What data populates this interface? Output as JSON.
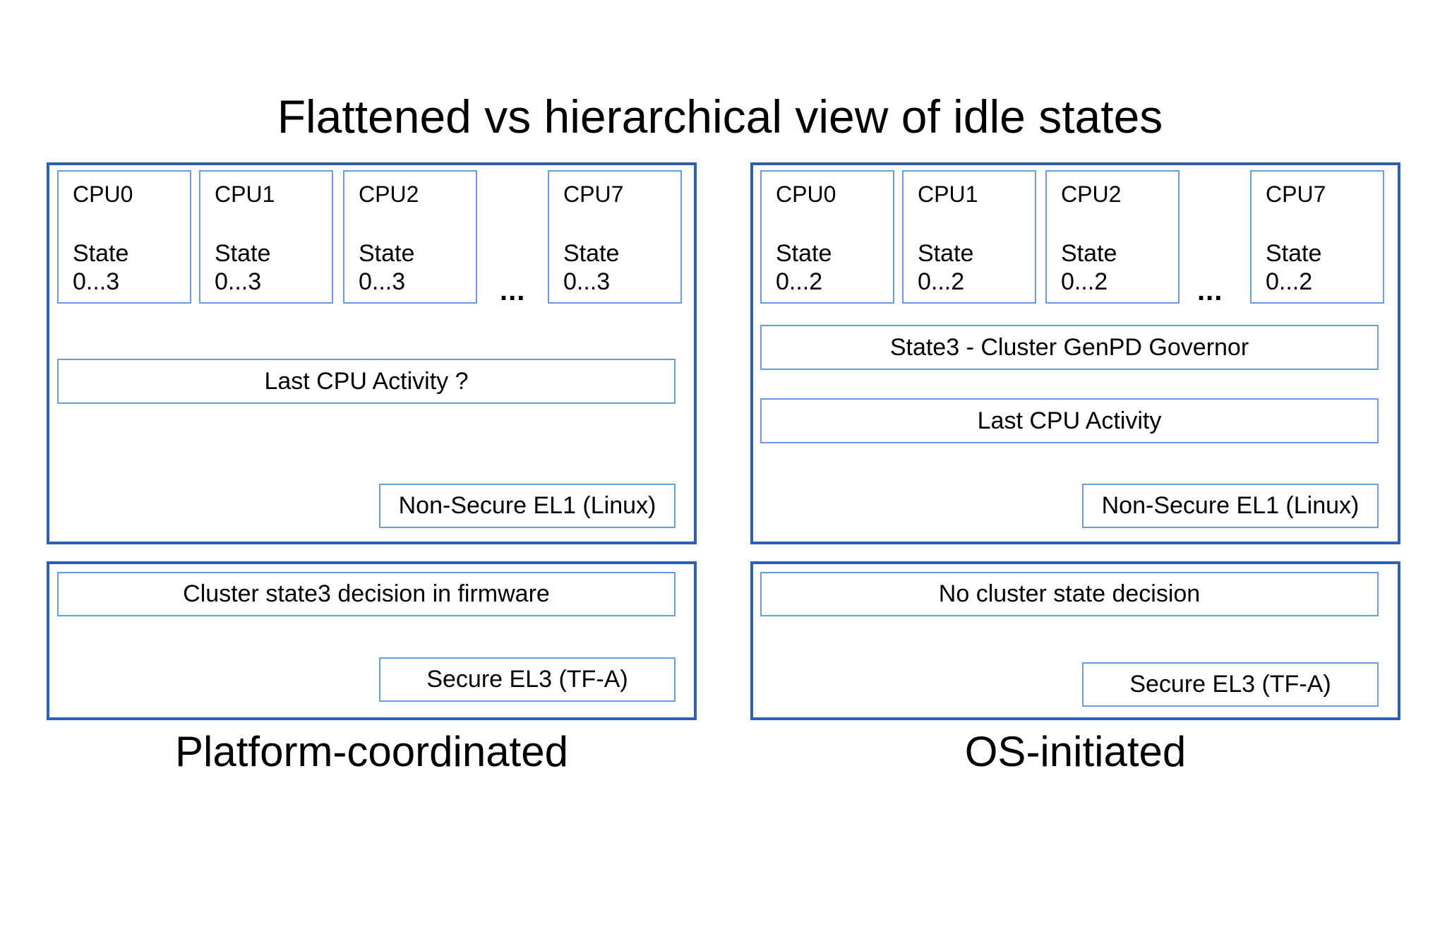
{
  "title": "Flattened vs hierarchical view of idle states",
  "left": {
    "cpus": [
      {
        "name": "CPU0",
        "state": "State",
        "range": "0...3"
      },
      {
        "name": "CPU1",
        "state": "State",
        "range": "0...3"
      },
      {
        "name": "CPU2",
        "state": "State",
        "range": "0...3"
      },
      {
        "name": "CPU7",
        "state": "State",
        "range": "0...3"
      }
    ],
    "ellipsis": "...",
    "last_cpu": "Last CPU Activity ?",
    "ns_label": "Non-Secure EL1 (Linux)",
    "fw_decision": "Cluster state3 decision in firmware",
    "secure_label": "Secure EL3 (TF-A)",
    "caption": "Platform-coordinated"
  },
  "right": {
    "cpus": [
      {
        "name": "CPU0",
        "state": "State",
        "range": "0...2"
      },
      {
        "name": "CPU1",
        "state": "State",
        "range": "0...2"
      },
      {
        "name": "CPU2",
        "state": "State",
        "range": "0...2"
      },
      {
        "name": "CPU7",
        "state": "State",
        "range": "0...2"
      }
    ],
    "ellipsis": "...",
    "governor": "State3 - Cluster GenPD Governor",
    "last_cpu": "Last CPU Activity",
    "ns_label": "Non-Secure EL1 (Linux)",
    "fw_decision": "No cluster state decision",
    "secure_label": "Secure EL3 (TF-A)",
    "caption": "OS-initiated"
  },
  "colors": {
    "outer_border": "#2f5fb3",
    "inner_border": "#6b9be0"
  }
}
